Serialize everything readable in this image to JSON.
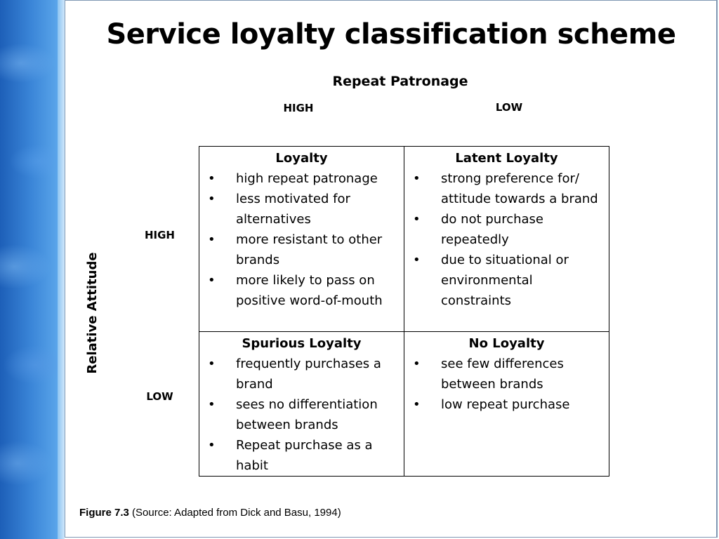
{
  "title": "Service loyalty classification scheme",
  "axes": {
    "columns": {
      "label": "Repeat Patronage",
      "high": "HIGH",
      "low": "LOW"
    },
    "rows": {
      "label": "Relative Attitude",
      "high": "HIGH",
      "low": "LOW"
    }
  },
  "bullet_glyph": "•",
  "cells": [
    {
      "title": "Loyalty",
      "items": [
        "high repeat patronage",
        "less motivated for alternatives",
        "more resistant to other brands",
        "more likely to pass on positive word-of-mouth"
      ]
    },
    {
      "title": "Latent Loyalty",
      "items": [
        "strong preference for/ attitude towards a brand",
        "do not purchase repeatedly",
        "due to situational or environmental constraints"
      ]
    },
    {
      "title": "Spurious Loyalty",
      "items": [
        "frequently purchases a brand",
        "sees no differentiation between brands",
        "Repeat purchase as a habit"
      ]
    },
    {
      "title": "No Loyalty",
      "items": [
        "see few differences between brands",
        "low repeat purchase"
      ]
    }
  ],
  "caption": {
    "figure": "Figure 7.3",
    "source": "(Source: Adapted from Dick and Basu, 1994)"
  },
  "colors": {
    "panel_dark": "#1d5fb8",
    "panel_light": "#5aa5ea",
    "stripe": "#cfe7fb",
    "text": "#000000"
  }
}
